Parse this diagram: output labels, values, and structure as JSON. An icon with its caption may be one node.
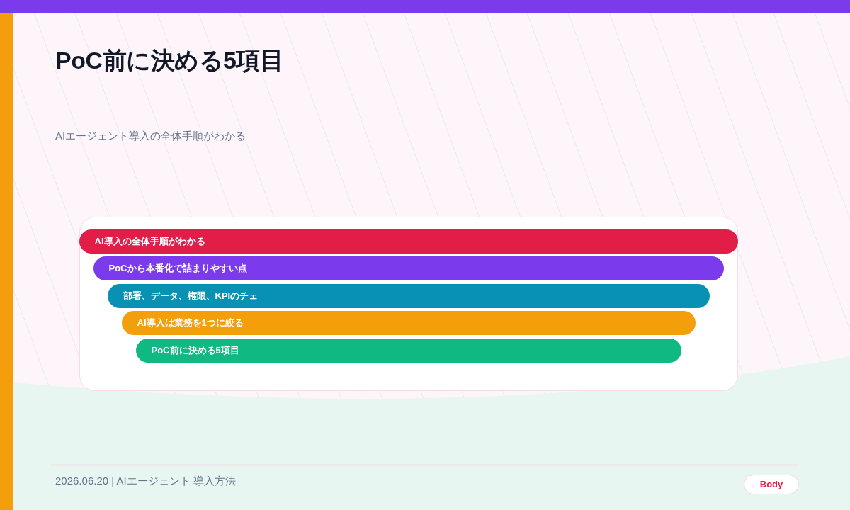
{
  "diagram": {
    "title": "PoC前に決める5項目",
    "nodes": [
      {
        "text": [],
        "shape": "box"
      },
      {
        "text": [
          "AI導入の全体手順がわかる"
        ],
        "in": 0
      },
      {
        "text": [
          "PoCから本番化で詰まりやすい点"
        ],
        "in": 0
      },
      {
        "text": [
          "部署、データ、権限、KPIのチェ"
        ],
        "in": 0
      },
      {
        "text": [
          "AI導入は業務を1つに絞る"
        ],
        "in": 0
      },
      {
        "text": [
          "PoC前に決める5項目"
        ],
        "in": 0
      }
    ],
    "labels": [
      "AIエージェント導入の全体手順がわかる",
      "2026.06.20 | AIエージェント 導入方法",
      "Body"
    ]
  }
}
